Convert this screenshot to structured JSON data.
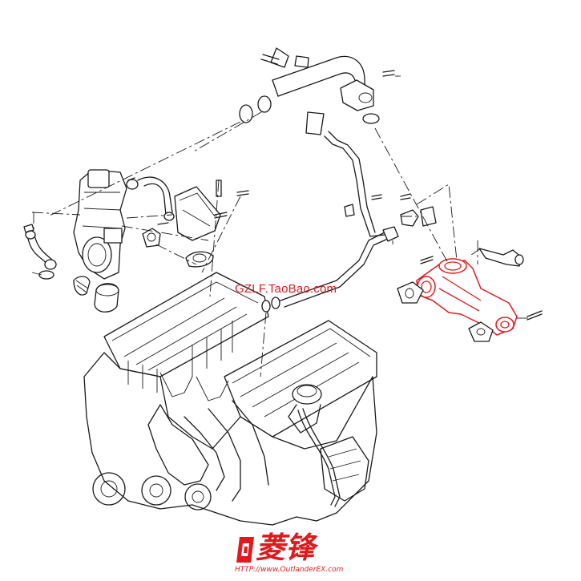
{
  "watermark": {
    "text": "GZLF.TaoBao.com"
  },
  "logo": {
    "chars": "菱锋",
    "url": "HTTP://www.OutlanderEX.com"
  },
  "colors": {
    "highlight": "#e0191e",
    "line": "#1a1a1a",
    "background": "#ffffff"
  }
}
